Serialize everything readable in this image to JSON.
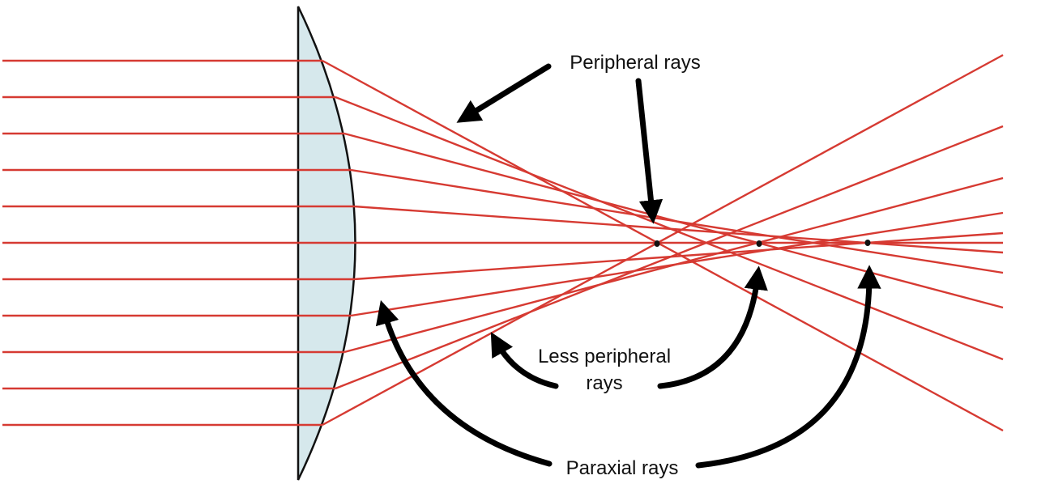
{
  "labels": {
    "peripheral": "Peripheral rays",
    "less_peripheral_line1": "Less peripheral",
    "less_peripheral_line2": "rays",
    "paraxial": "Paraxial rays"
  },
  "colors": {
    "ray": "#d63a32",
    "lens_fill": "#d6e8ec",
    "lens_stroke": "#111111",
    "arrow": "#000000"
  }
}
